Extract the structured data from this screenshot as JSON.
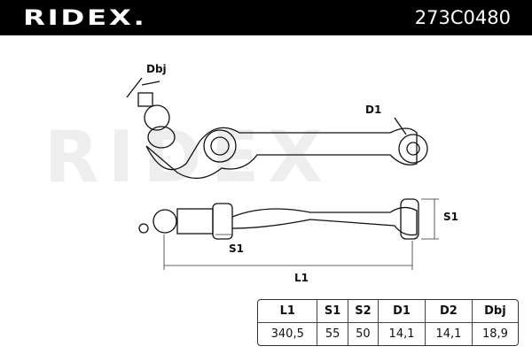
{
  "header": {
    "brand": "RIDEX.",
    "part_number": "273C0480"
  },
  "drawing": {
    "labels": {
      "dbj": "Dbj",
      "d1": "D1",
      "s1_right": "S1",
      "s1_bottom": "S1",
      "l1": "L1"
    }
  },
  "spec_table": {
    "headers": [
      "L1",
      "S1",
      "S2",
      "D1",
      "D2",
      "Dbj"
    ],
    "values": [
      "340,5",
      "55",
      "50",
      "14,1",
      "14,1",
      "18,9"
    ]
  }
}
